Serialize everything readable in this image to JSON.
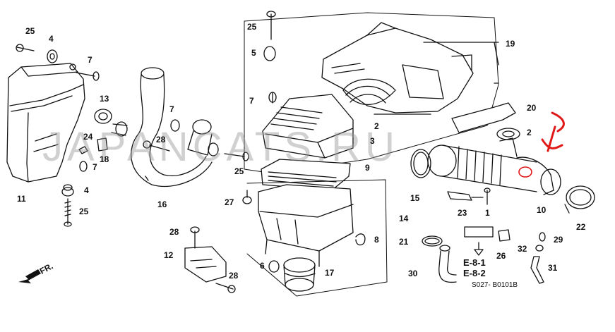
{
  "watermark": "JAPANCATS.RU",
  "direction_label": "FR.",
  "reference_codes": [
    "E-8-1",
    "E-8-2"
  ],
  "drawing_code": "S027-  B0101B",
  "annotation_color": "#e01818",
  "part_numbers": {
    "p25a": "25",
    "p4a": "4",
    "p7a": "7",
    "p11": "11",
    "p4b": "4",
    "p25b": "25",
    "p13": "13",
    "p24": "24",
    "p18": "18",
    "p7b": "7",
    "p28a": "28",
    "p16": "16",
    "p7c": "7",
    "p25c": "25",
    "p25d": "25",
    "p5": "5",
    "p7d": "7",
    "p19": "19",
    "p2a": "2",
    "p3": "3",
    "p9": "9",
    "p27": "27",
    "p14": "14",
    "p8": "8",
    "p6": "6",
    "p17": "17",
    "p28b": "28",
    "p12": "12",
    "p28c": "28",
    "p20": "20",
    "p2b": "2",
    "p15": "15",
    "p23": "23",
    "p1": "1",
    "p10": "10",
    "p22": "22",
    "p21": "21",
    "p26": "26",
    "p29": "29",
    "p32": "32",
    "p31": "31",
    "p30": "30"
  }
}
